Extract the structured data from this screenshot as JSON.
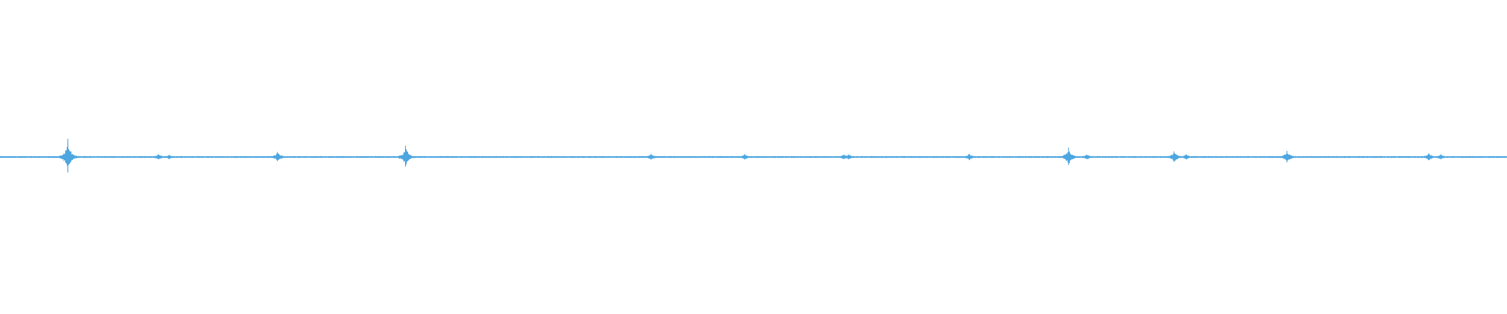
{
  "waveform": {
    "color": "#4da6e0",
    "background": "#ffffff",
    "duration_fraction_note_free": true,
    "events": [
      {
        "t": 0.045,
        "amp": 0.58
      },
      {
        "t": 0.105,
        "amp": 0.08
      },
      {
        "t": 0.112,
        "amp": 0.06
      },
      {
        "t": 0.184,
        "amp": 0.16
      },
      {
        "t": 0.269,
        "amp": 0.36
      },
      {
        "t": 0.432,
        "amp": 0.1
      },
      {
        "t": 0.494,
        "amp": 0.09
      },
      {
        "t": 0.56,
        "amp": 0.08
      },
      {
        "t": 0.563,
        "amp": 0.08
      },
      {
        "t": 0.643,
        "amp": 0.1
      },
      {
        "t": 0.709,
        "amp": 0.3
      },
      {
        "t": 0.721,
        "amp": 0.08
      },
      {
        "t": 0.779,
        "amp": 0.18
      },
      {
        "t": 0.787,
        "amp": 0.08
      },
      {
        "t": 0.854,
        "amp": 0.2
      },
      {
        "t": 0.948,
        "amp": 0.12
      },
      {
        "t": 0.956,
        "amp": 0.08
      }
    ],
    "noise_level": 0.015
  }
}
